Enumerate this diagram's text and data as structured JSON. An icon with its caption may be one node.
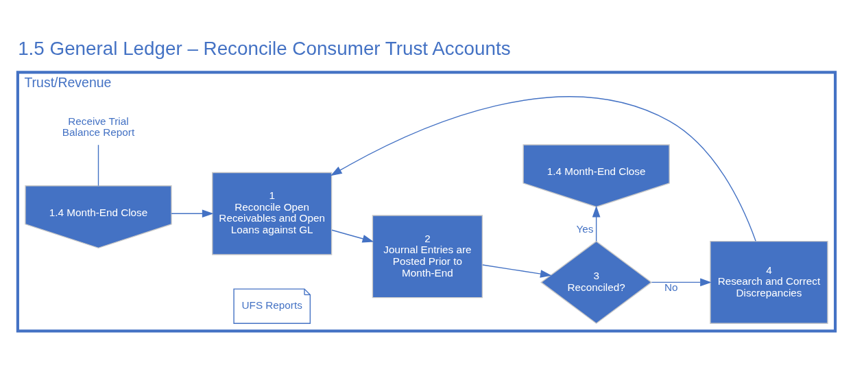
{
  "diagram": {
    "title": "1.5 General Ledger – Reconcile Consumer Trust Accounts",
    "nodes": [
      {
        "text": [
          "Trust/Revenue"
        ]
      },
      {
        "text": [
          "1.4 Month-End Close"
        ],
        "in": 0
      },
      {
        "text": [
          "Receive Trial Balance Report"
        ],
        "in": 0
      },
      {
        "text": [
          "1",
          "Reconcile Open Receivables and Open Loans against GL"
        ],
        "in": 0
      },
      {
        "text": [
          "UFS Reports"
        ],
        "in": 0
      },
      {
        "text": [
          "2",
          "Journal Entries are Posted Prior to Month-End"
        ],
        "in": 0
      },
      {
        "text": [
          "3",
          "Reconciled?"
        ],
        "in": 0
      },
      {
        "text": [
          "4",
          "Research and Correct Discrepancies"
        ],
        "in": 0
      },
      {
        "text": [
          "1.4 Month-End Close"
        ],
        "in": 0
      }
    ],
    "edges": [
      {
        "from": 1,
        "to": 3,
        "arrow": "to"
      },
      {
        "from": 1,
        "to": 2,
        "arrow": "none"
      },
      {
        "from": 3,
        "to": 5,
        "arrow": "to"
      },
      {
        "from": 5,
        "to": 6,
        "arrow": "to"
      },
      {
        "from": 6,
        "to": 7,
        "arrow": "to",
        "label": "No"
      },
      {
        "from": 6,
        "to": 8,
        "arrow": "to",
        "label": "Yes"
      },
      {
        "from": 7,
        "to": 3,
        "arrow": "to"
      }
    ]
  }
}
